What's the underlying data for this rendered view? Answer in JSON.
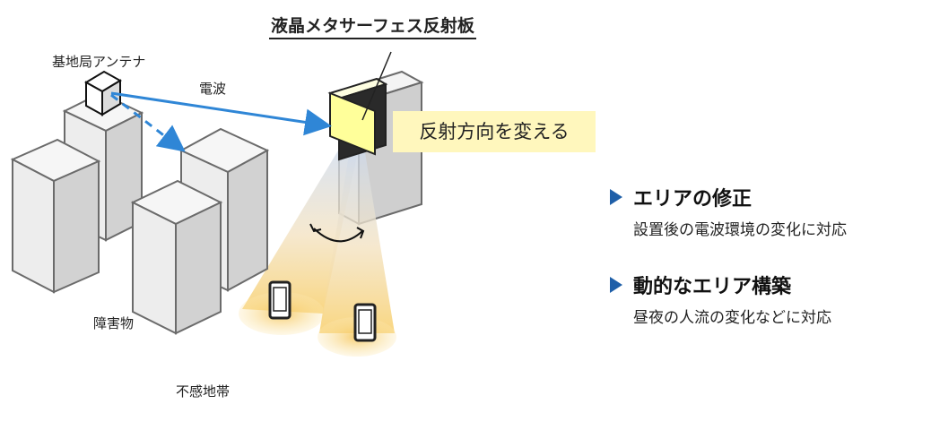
{
  "labels": {
    "antenna": "基地局アンテナ",
    "wave": "電波",
    "obstacle": "障害物",
    "dead_zone": "不感地帯",
    "reflector_title": "液晶メタサーフェス反射板",
    "callout": "反射方向を変える"
  },
  "bullets": [
    {
      "heading": "エリアの修正",
      "detail": "設置後の電波環境の変化に対応"
    },
    {
      "heading": "動的なエリア構築",
      "detail": "昼夜の人流の変化などに対応"
    }
  ],
  "colors": {
    "arrow": "#2f86d6",
    "bullet_marker": "#1f5fa8",
    "reflector": "#ffff9a",
    "callout_bg": "#fff7bd",
    "beam": "#f8d27a"
  }
}
